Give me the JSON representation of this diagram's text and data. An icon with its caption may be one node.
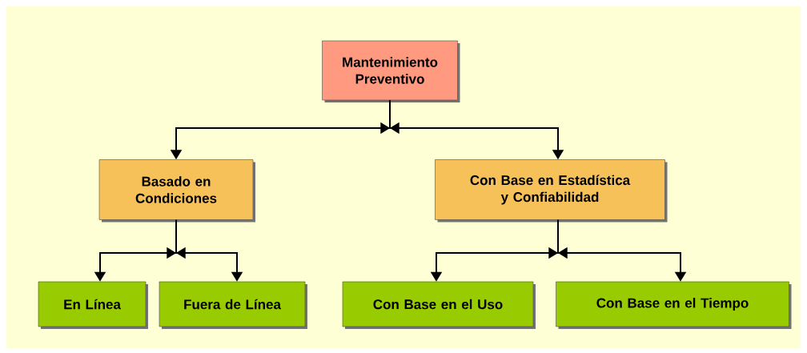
{
  "diagram": {
    "nodes": [
      {
        "text": [
          "Mantenimiento Preventivo"
        ]
      },
      {
        "text": [
          "Basado en Condiciones"
        ]
      },
      {
        "text": [
          "Con Base en Estadística y Confiabilidad"
        ]
      },
      {
        "text": [
          "En Línea"
        ]
      },
      {
        "text": [
          "Fuera de Línea"
        ]
      },
      {
        "text": [
          "Con Base en el Uso"
        ]
      },
      {
        "text": [
          "Con Base en el Tiempo"
        ]
      }
    ],
    "edges": [
      {
        "from": 0,
        "to": 1,
        "arrow": "to"
      },
      {
        "from": 0,
        "to": 2,
        "arrow": "to"
      },
      {
        "from": 1,
        "to": 3,
        "arrow": "to"
      },
      {
        "from": 1,
        "to": 4,
        "arrow": "to"
      },
      {
        "from": 2,
        "to": 5,
        "arrow": "to"
      },
      {
        "from": 2,
        "to": 6,
        "arrow": "to"
      }
    ]
  }
}
